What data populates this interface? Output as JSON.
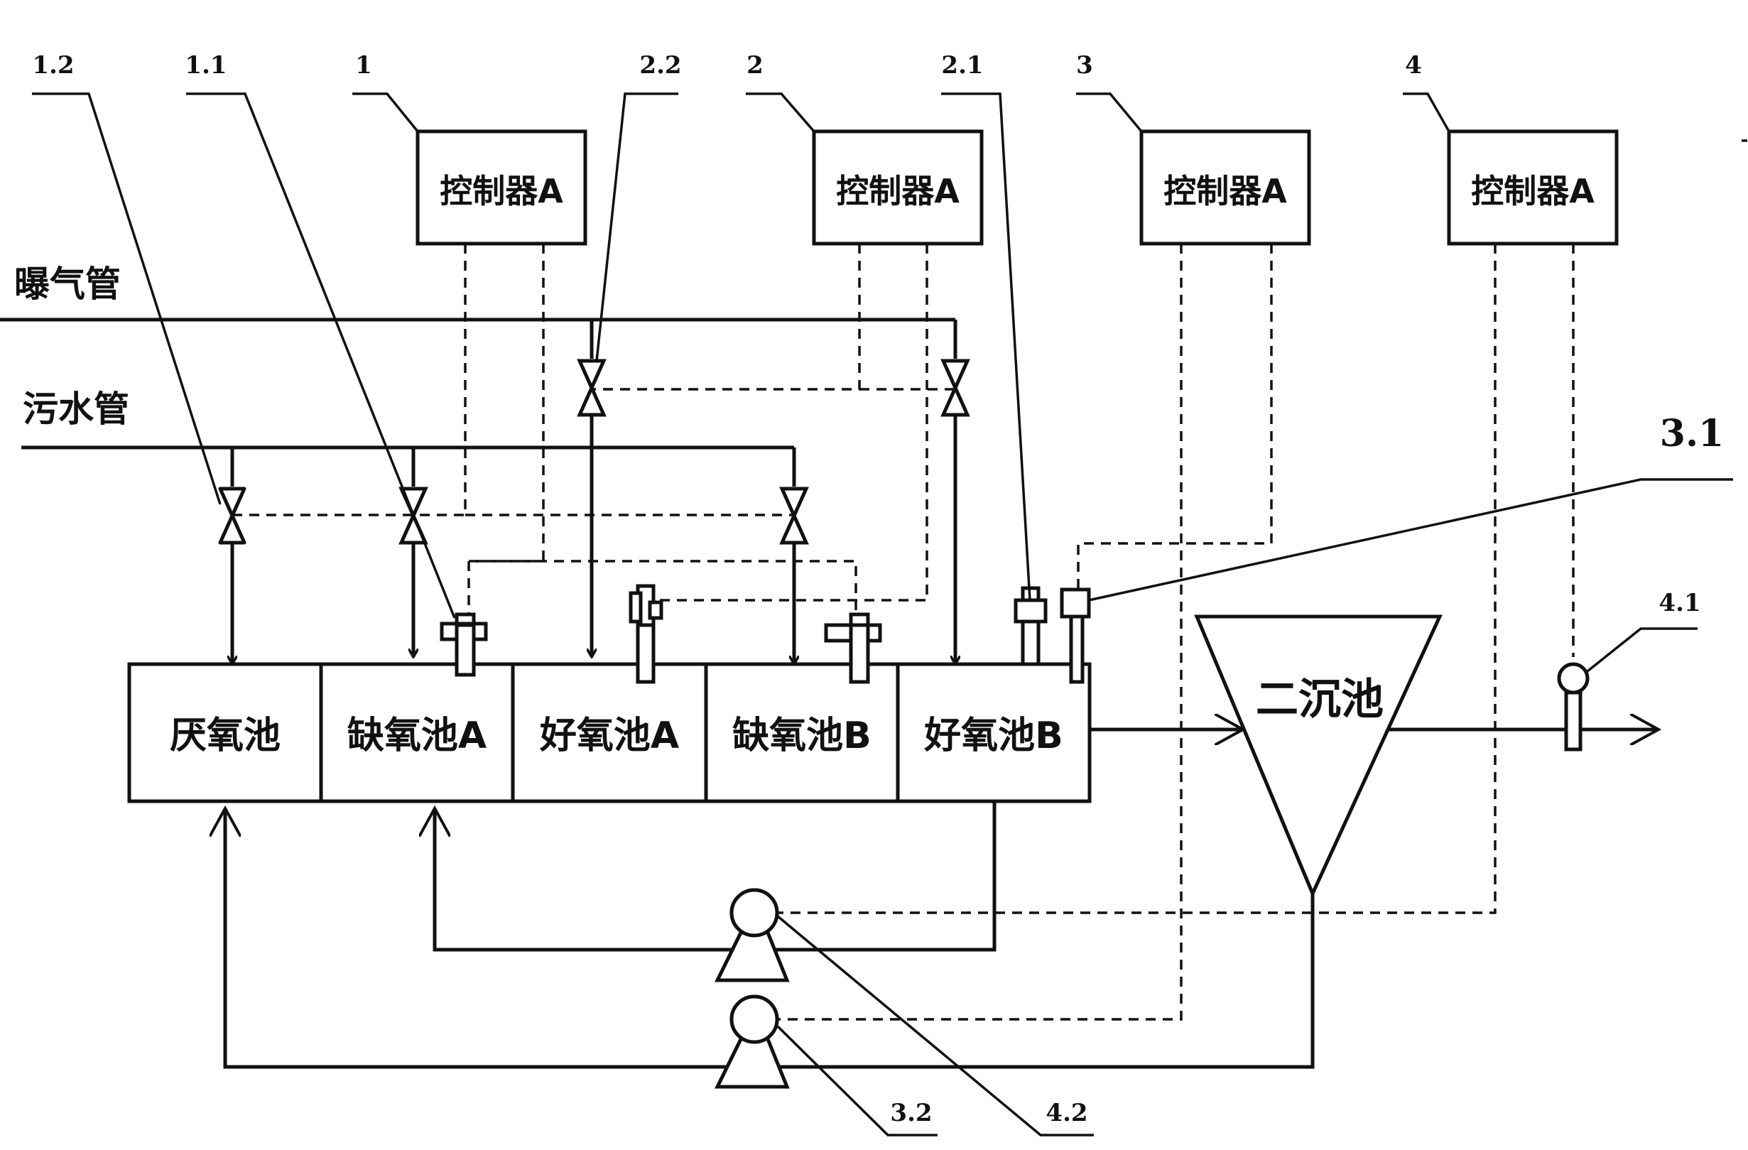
{
  "labels": {
    "aeration_pipe": "曝气管",
    "sewage_pipe": "污水管",
    "clarifier": "二沉池"
  },
  "controllers": [
    {
      "ref": "1",
      "label": "控制器A"
    },
    {
      "ref": "2",
      "label": "控制器A"
    },
    {
      "ref": "3",
      "label": "控制器A"
    },
    {
      "ref": "4",
      "label": "控制器A"
    }
  ],
  "tanks": [
    "厌氧池",
    "缺氧池A",
    "好氧池A",
    "缺氧池B",
    "好氧池B"
  ],
  "callouts": {
    "c1_2": "1.2",
    "c1_1": "1.1",
    "c2_2": "2.2",
    "c2_1": "2.1",
    "c3_1": "3.1",
    "c4_1": "4.1",
    "c3_2": "3.2",
    "c4_2": "4.2"
  }
}
